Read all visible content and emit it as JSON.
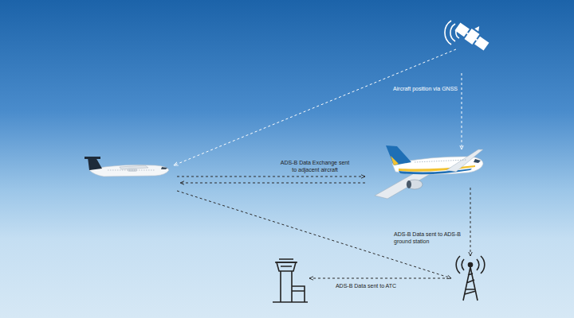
{
  "diagram": {
    "labels": [
      "Aircraft position via GNSS",
      "ADS-B Data Exchange sent to adjacent aircraft",
      "ADS-B Data sent to ADS-B ground station",
      "ADS-B Data sent to ATC"
    ]
  }
}
